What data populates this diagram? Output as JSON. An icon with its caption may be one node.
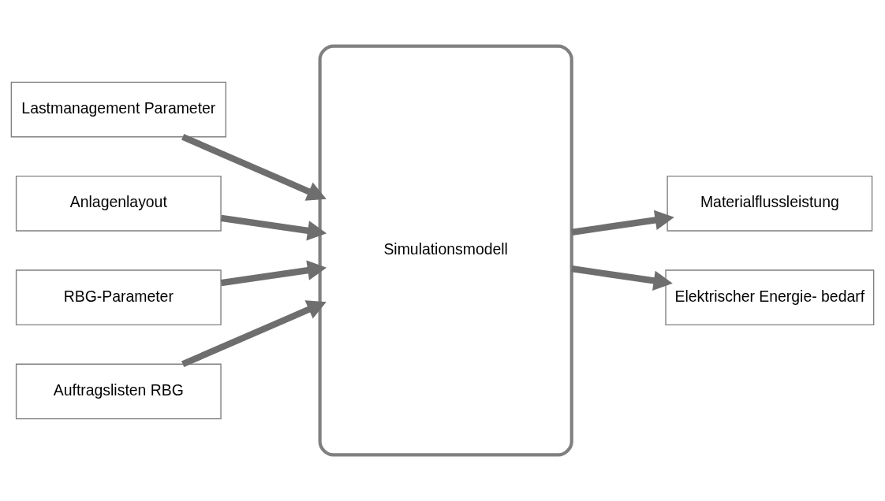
{
  "diagram": {
    "nodes": [
      {
        "text": [
          "Lastmanagement Parameter"
        ]
      },
      {
        "text": [
          "Anlagenlayout"
        ]
      },
      {
        "text": [
          "RBG-Parameter"
        ]
      },
      {
        "text": [
          "Auftragslisten RBG"
        ]
      },
      {
        "text": [
          "Simulationsmodell"
        ]
      },
      {
        "text": [
          "Materialflussleistung"
        ]
      },
      {
        "text": [
          "Elektrischer Energie- bedarf"
        ]
      }
    ],
    "edges": [
      {
        "from": 0,
        "to": 4,
        "arrow": "to"
      },
      {
        "from": 1,
        "to": 4,
        "arrow": "to"
      },
      {
        "from": 2,
        "to": 4,
        "arrow": "to"
      },
      {
        "from": 3,
        "to": 4,
        "arrow": "to"
      },
      {
        "from": 4,
        "to": 5,
        "arrow": "to"
      },
      {
        "from": 4,
        "to": 6,
        "arrow": "to"
      }
    ]
  }
}
